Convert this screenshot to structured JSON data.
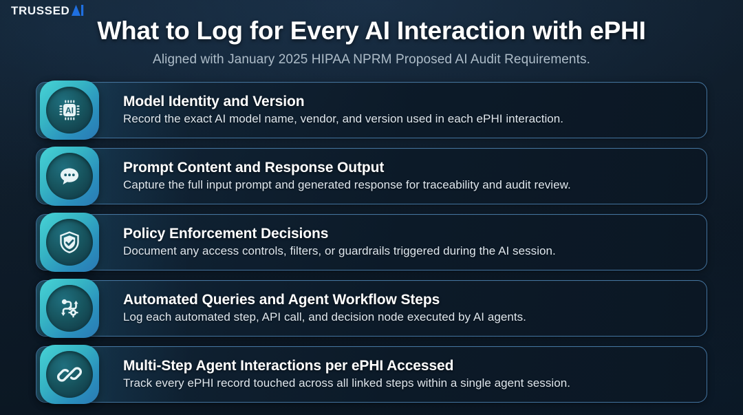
{
  "brand": {
    "word": "TRUSSED",
    "mark": "ai-monogram-icon",
    "word_color": "#f2f6fa",
    "mark_color": "#1f6fe0"
  },
  "header": {
    "title": "What to Log for Every AI Interaction with ePHI",
    "subtitle": "Aligned with January 2025 HIPAA NPRM Proposed AI Audit Requirements."
  },
  "theme": {
    "background": "#0d1b29",
    "card_border": "#43749f",
    "icon_gradient_start": "#47d3d6",
    "icon_gradient_end": "#2b79b4",
    "title_color": "#ffffff",
    "subtitle_color": "#aebdc9"
  },
  "cards": [
    {
      "icon": "ai-chip-icon",
      "title": "Model Identity and Version",
      "desc": "Record the exact AI model name, vendor, and version used in each ePHI interaction."
    },
    {
      "icon": "chat-bubble-icon",
      "title": "Prompt Content and Response Output",
      "desc": "Capture the full input prompt and generated response for traceability and audit review."
    },
    {
      "icon": "shield-check-icon",
      "title": "Policy Enforcement Decisions",
      "desc": "Document any access controls, filters, or guardrails triggered during the AI session."
    },
    {
      "icon": "workflow-gear-icon",
      "title": "Automated Queries and Agent Workflow Steps",
      "desc": "Log each automated step, API call, and decision node executed by AI agents."
    },
    {
      "icon": "chain-link-icon",
      "title": "Multi-Step Agent Interactions per ePHI Accessed",
      "desc": "Track every ePHI record touched across all linked steps within a single agent session."
    }
  ]
}
